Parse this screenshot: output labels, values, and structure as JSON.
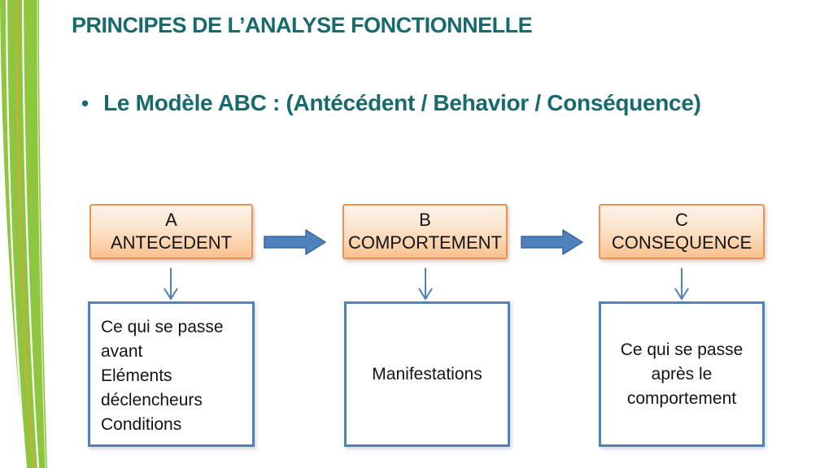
{
  "slide": {
    "title": "PRINCIPES DE L’ANALYSE FONCTIONNELLE",
    "bullet_marker": "•",
    "bullet_text": "Le Modèle ABC : (Antécédent / Behavior / Conséquence)"
  },
  "colors": {
    "title_teal": "#176A6E",
    "accent_blue": "#4F81BD",
    "arrow_border_blue": "#3C6899",
    "orange_box_border": "#E8935A",
    "orange_box_fill_top": "#FDF3E8",
    "orange_box_fill_bottom": "#FAC28F",
    "stripe_green": "#8FC63F",
    "stripe_yellow": "#DFA43F"
  },
  "diagram": {
    "top_boxes": [
      {
        "letter": "A",
        "label": "ANTECEDENT"
      },
      {
        "letter": "B",
        "label": "COMPORTEMENT"
      },
      {
        "letter": "C",
        "label": "CONSEQUENCE"
      }
    ],
    "bottom_boxes": [
      {
        "lines": [
          "Ce qui se passe",
          "avant",
          "Eléments",
          "déclencheurs",
          "Conditions"
        ]
      },
      {
        "lines": [
          "Manifestations"
        ]
      },
      {
        "lines": [
          "Ce qui se passe",
          "après le",
          "comportement"
        ]
      }
    ]
  }
}
